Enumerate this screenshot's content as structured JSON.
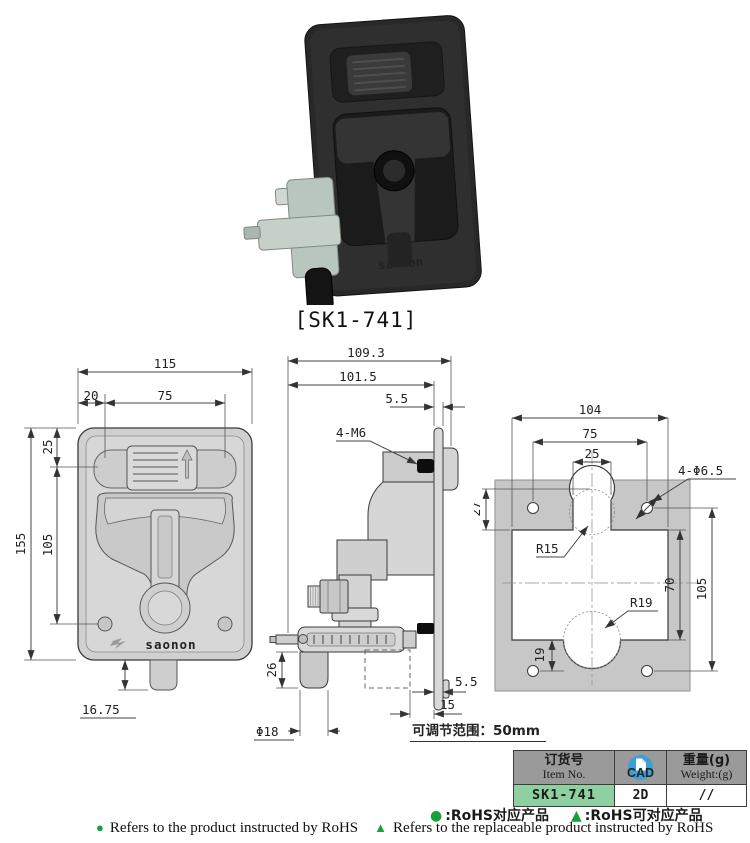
{
  "product": {
    "caption": "[SK1-741]",
    "brand": "saonon"
  },
  "front_view": {
    "dim_overall_width": "115",
    "dim_hole_offset": "20",
    "dim_hole_spacing_h": "75",
    "dim_top_to_hole": "25",
    "dim_hole_spacing_v": "105",
    "dim_overall_height": "155",
    "dim_bottom_tab": "16.75"
  },
  "side_view": {
    "dim_overall_depth": "109.3",
    "dim_body_depth": "101.5",
    "dim_flange_thickness": "5.5",
    "label_screws": "4-M6",
    "dim_pawl_height": "26",
    "dim_panel_gap": "5.5",
    "dim_travel": "15",
    "dim_pawl_dia": "Φ18",
    "note_adjustable": "可调节范围：50mm"
  },
  "cutout_view": {
    "dim_overall_width": "104",
    "dim_hole_spacing_h": "75",
    "dim_slot_width": "25",
    "label_holes": "4-Φ6.5",
    "dim_top_offset": "27",
    "label_radius_top": "R15",
    "label_radius_bottom": "R19",
    "dim_bottom_offset": "19",
    "dim_inner_height": "70",
    "dim_hole_spacing_v": "105"
  },
  "table": {
    "headers": {
      "item_zh": "订货号",
      "item_en": "Item No.",
      "cad": "CAD",
      "weight_zh": "重量(g)",
      "weight_en": "Weight:(g)"
    },
    "row": {
      "item_no": "SK1-741",
      "cad": "2D",
      "weight": "//"
    },
    "colors": {
      "header_bg": "#9a9a9a",
      "item_bg": "#8ed0a1",
      "cad_blue": "#3f9fd4"
    }
  },
  "notes": {
    "marker_color": "#17a038",
    "zh": [
      {
        "marker": "●",
        "text": ":RoHS对应产品"
      },
      {
        "marker": "▲",
        "text": ":RoHS可对应产品"
      }
    ],
    "en": [
      {
        "marker": "●",
        "text": "Refers to the product instructed by RoHS"
      },
      {
        "marker": "▲",
        "text": "Refers to the replaceable product instructed by RoHS"
      }
    ]
  }
}
